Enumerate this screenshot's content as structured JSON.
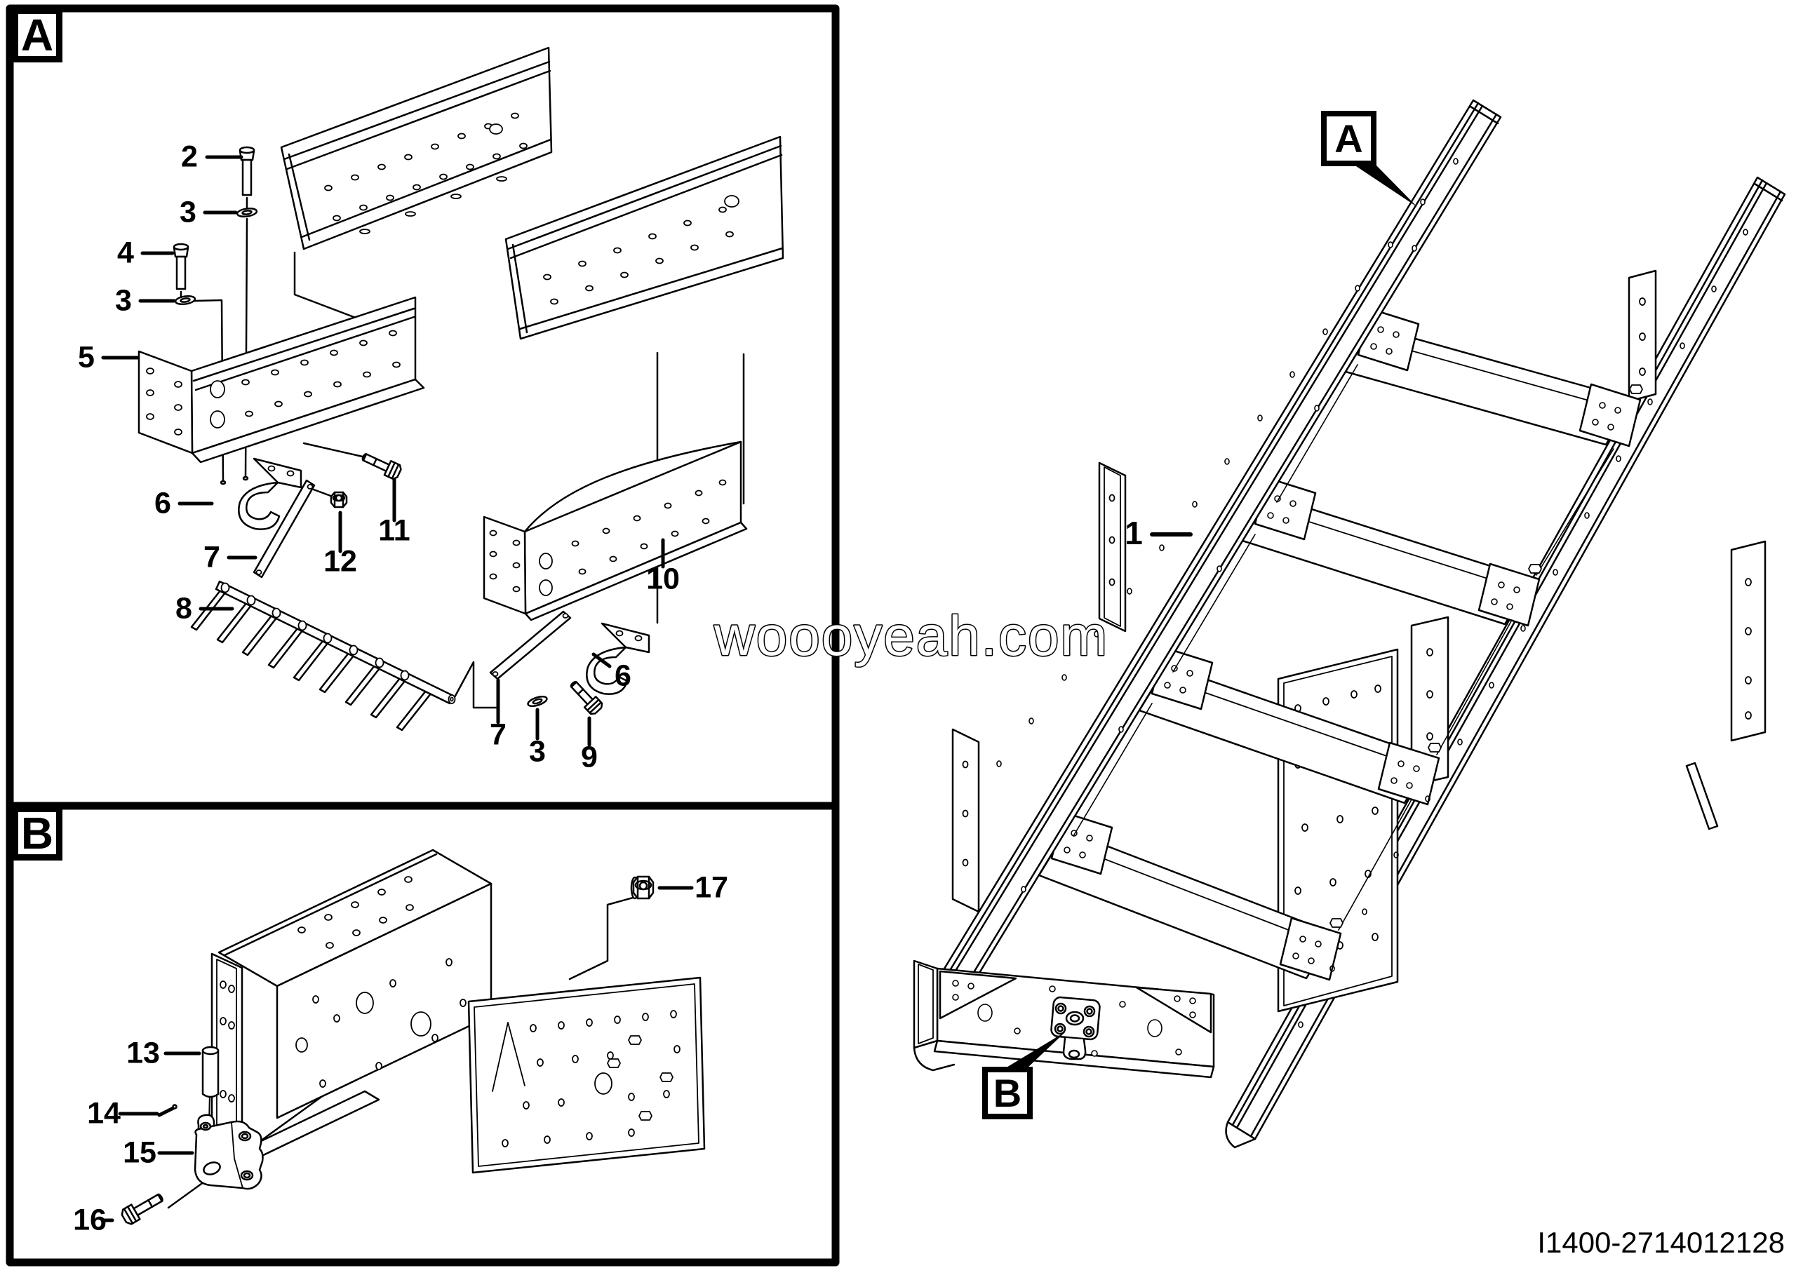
{
  "colors": {
    "line": "#000000",
    "background": "#ffffff"
  },
  "watermark": {
    "text": "woooyeah.com"
  },
  "footer": {
    "doc_id": "I1400-2714012128"
  },
  "panel_a": {
    "label": "A",
    "callouts": [
      {
        "part": "2"
      },
      {
        "part": "3"
      },
      {
        "part": "4"
      },
      {
        "part": "3"
      },
      {
        "part": "5"
      },
      {
        "part": "6"
      },
      {
        "part": "7"
      },
      {
        "part": "12"
      },
      {
        "part": "11"
      },
      {
        "part": "8"
      },
      {
        "part": "10"
      },
      {
        "part": "6"
      },
      {
        "part": "7"
      },
      {
        "part": "3"
      },
      {
        "part": "9"
      }
    ]
  },
  "panel_b": {
    "label": "B",
    "callouts": [
      {
        "part": "13"
      },
      {
        "part": "14"
      },
      {
        "part": "15"
      },
      {
        "part": "16"
      },
      {
        "part": "17"
      }
    ]
  },
  "main_view": {
    "callout": {
      "part": "1"
    },
    "detail_a": {
      "label": "A"
    },
    "detail_b": {
      "label": "B"
    }
  }
}
